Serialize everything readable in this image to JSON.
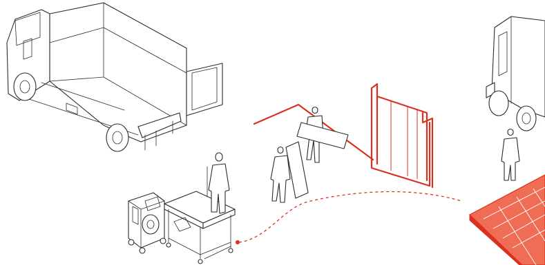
{
  "diagram": {
    "background": "#ffffff",
    "line_color": "#2b2b2b",
    "accent_color": "#d9301f",
    "accent_fill": "#f06d55",
    "elements": [
      "truck-left",
      "truck-right",
      "workbench",
      "equipment-cart",
      "worker-at-bench",
      "worker-carrying-panel",
      "worker-holding-panel",
      "worker-standing-right",
      "wall-outline",
      "wall-frame-panel",
      "flow-arrow-dashed",
      "floor-platform"
    ]
  }
}
